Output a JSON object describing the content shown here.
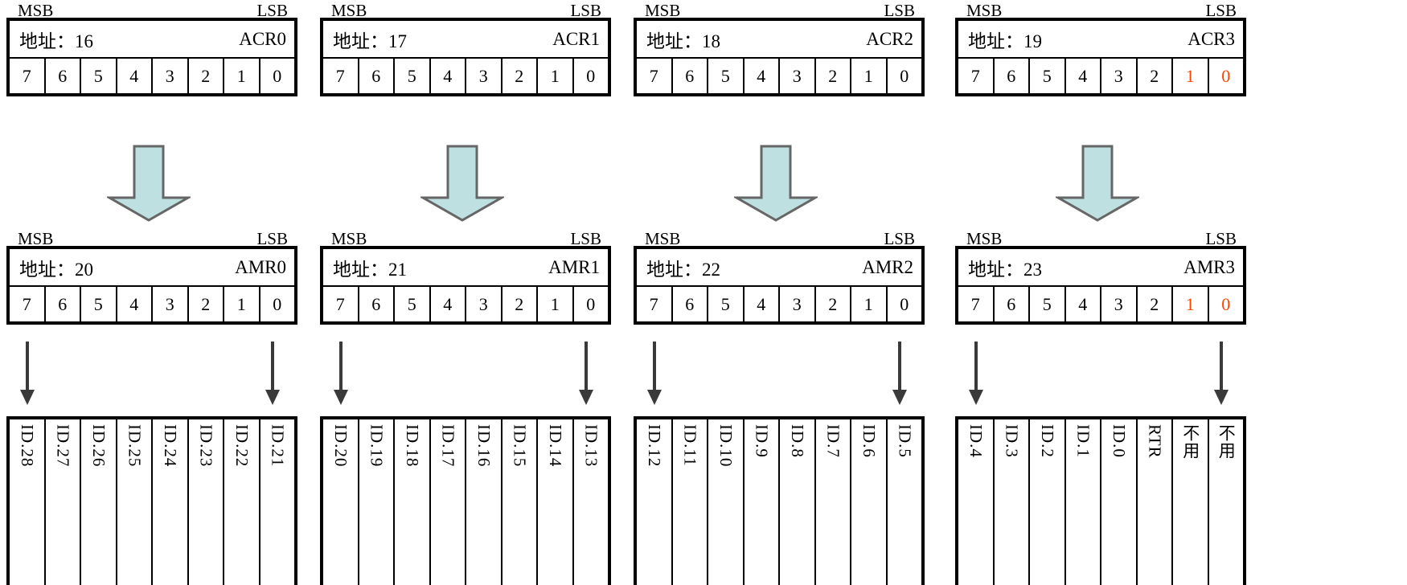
{
  "labels": {
    "msb": "MSB",
    "lsb": "LSB",
    "addr_prefix": "地址："
  },
  "colors": {
    "red_bit": "#ff4400",
    "arrow_fill": "#bfe0e1",
    "arrow_stroke": "#666666",
    "line": "#000000"
  },
  "columns": [
    {
      "acr": {
        "address": "地址：16",
        "name": "ACR0",
        "bits": [
          {
            "label": "7",
            "red": false
          },
          {
            "label": "6",
            "red": false
          },
          {
            "label": "5",
            "red": false
          },
          {
            "label": "4",
            "red": false
          },
          {
            "label": "3",
            "red": false
          },
          {
            "label": "2",
            "red": false
          },
          {
            "label": "1",
            "red": false
          },
          {
            "label": "0",
            "red": false
          }
        ]
      },
      "amr": {
        "address": "地址：20",
        "name": "AMR0",
        "bits": [
          {
            "label": "7",
            "red": false
          },
          {
            "label": "6",
            "red": false
          },
          {
            "label": "5",
            "red": false
          },
          {
            "label": "4",
            "red": false
          },
          {
            "label": "3",
            "red": false
          },
          {
            "label": "2",
            "red": false
          },
          {
            "label": "1",
            "red": false
          },
          {
            "label": "0",
            "red": false
          }
        ]
      },
      "id_fields": [
        "ID.28",
        "ID.27",
        "ID.26",
        "ID.25",
        "ID.24",
        "ID.23",
        "ID.22",
        "ID.21"
      ]
    },
    {
      "acr": {
        "address": "地址：17",
        "name": "ACR1",
        "bits": [
          {
            "label": "7",
            "red": false
          },
          {
            "label": "6",
            "red": false
          },
          {
            "label": "5",
            "red": false
          },
          {
            "label": "4",
            "red": false
          },
          {
            "label": "3",
            "red": false
          },
          {
            "label": "2",
            "red": false
          },
          {
            "label": "1",
            "red": false
          },
          {
            "label": "0",
            "red": false
          }
        ]
      },
      "amr": {
        "address": "地址：21",
        "name": "AMR1",
        "bits": [
          {
            "label": "7",
            "red": false
          },
          {
            "label": "6",
            "red": false
          },
          {
            "label": "5",
            "red": false
          },
          {
            "label": "4",
            "red": false
          },
          {
            "label": "3",
            "red": false
          },
          {
            "label": "2",
            "red": false
          },
          {
            "label": "1",
            "red": false
          },
          {
            "label": "0",
            "red": false
          }
        ]
      },
      "id_fields": [
        "ID.20",
        "ID.19",
        "ID.18",
        "ID.17",
        "ID.16",
        "ID.15",
        "ID.14",
        "ID.13"
      ]
    },
    {
      "acr": {
        "address": "地址：18",
        "name": "ACR2",
        "bits": [
          {
            "label": "7",
            "red": false
          },
          {
            "label": "6",
            "red": false
          },
          {
            "label": "5",
            "red": false
          },
          {
            "label": "4",
            "red": false
          },
          {
            "label": "3",
            "red": false
          },
          {
            "label": "2",
            "red": false
          },
          {
            "label": "1",
            "red": false
          },
          {
            "label": "0",
            "red": false
          }
        ]
      },
      "amr": {
        "address": "地址：22",
        "name": "AMR2",
        "bits": [
          {
            "label": "7",
            "red": false
          },
          {
            "label": "6",
            "red": false
          },
          {
            "label": "5",
            "red": false
          },
          {
            "label": "4",
            "red": false
          },
          {
            "label": "3",
            "red": false
          },
          {
            "label": "2",
            "red": false
          },
          {
            "label": "1",
            "red": false
          },
          {
            "label": "0",
            "red": false
          }
        ]
      },
      "id_fields": [
        "ID.12",
        "ID.11",
        "ID.10",
        "ID.9",
        "ID.8",
        "ID.7",
        "ID.6",
        "ID.5"
      ]
    },
    {
      "acr": {
        "address": "地址：19",
        "name": "ACR3",
        "bits": [
          {
            "label": "7",
            "red": false
          },
          {
            "label": "6",
            "red": false
          },
          {
            "label": "5",
            "red": false
          },
          {
            "label": "4",
            "red": false
          },
          {
            "label": "3",
            "red": false
          },
          {
            "label": "2",
            "red": false
          },
          {
            "label": "1",
            "red": true
          },
          {
            "label": "0",
            "red": true
          }
        ]
      },
      "amr": {
        "address": "地址：23",
        "name": "AMR3",
        "bits": [
          {
            "label": "7",
            "red": false
          },
          {
            "label": "6",
            "red": false
          },
          {
            "label": "5",
            "red": false
          },
          {
            "label": "4",
            "red": false
          },
          {
            "label": "3",
            "red": false
          },
          {
            "label": "2",
            "red": false
          },
          {
            "label": "1",
            "red": true
          },
          {
            "label": "0",
            "red": true
          }
        ]
      },
      "id_fields": [
        "ID.4",
        "ID.3",
        "ID.2",
        "ID.1",
        "ID.0",
        "RTR",
        "不用",
        "不用"
      ]
    }
  ]
}
